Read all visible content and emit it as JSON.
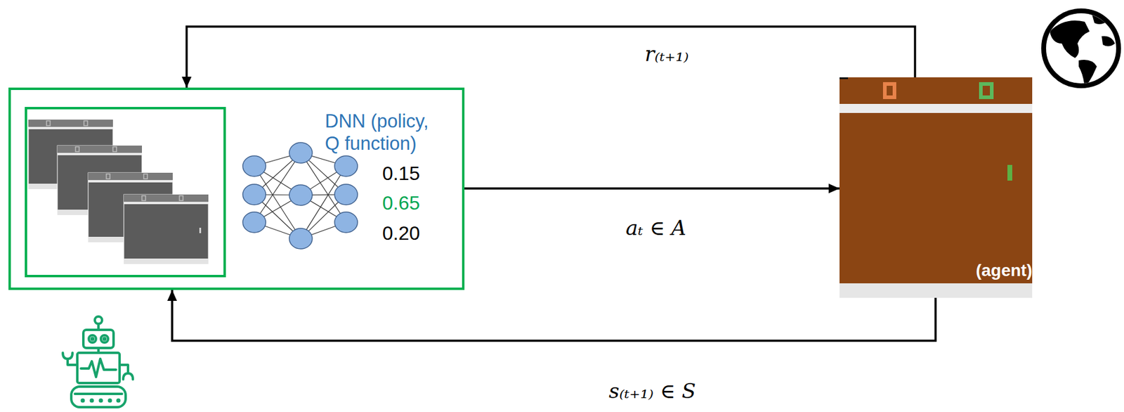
{
  "diagram": {
    "nodes": [
      {
        "text": [
          "DNN (policy, Q function)",
          "0.15",
          "0.65",
          "0.20"
        ]
      },
      {
        "text": [
          "(agent)"
        ]
      }
    ],
    "edges": [
      {
        "from": 1,
        "to": 0,
        "arrow": "to",
        "label": "r₍ₜ₊₁₎"
      },
      {
        "from": 0,
        "to": 1,
        "arrow": "to",
        "label": "aₜ ∈ A"
      },
      {
        "from": 1,
        "to": 0,
        "arrow": "to",
        "label": "s₍ₜ₊₁₎ ∈ S"
      }
    ]
  }
}
